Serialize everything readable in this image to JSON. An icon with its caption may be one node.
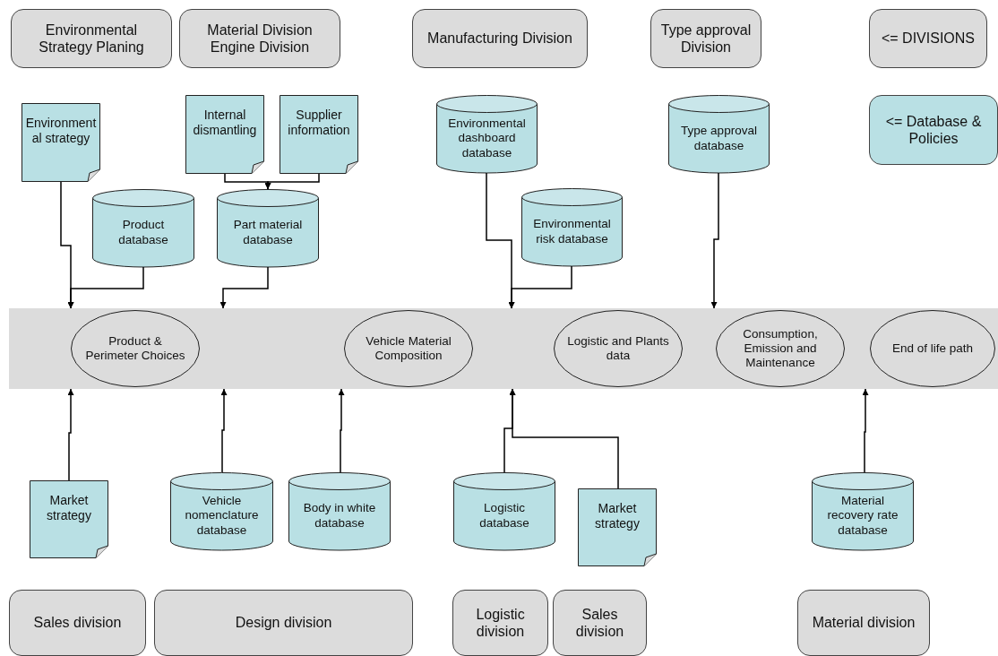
{
  "diagram": {
    "nodes": [
      {
        "text": [
          "Environmental Strategy Planing"
        ]
      },
      {
        "text": [
          "Material Division Engine Division"
        ]
      },
      {
        "text": [
          "Manufacturing Division"
        ]
      },
      {
        "text": [
          "Type approval Division"
        ]
      },
      {
        "text": [
          "<= DIVISIONS"
        ]
      },
      {
        "text": [
          "Environmental strategy"
        ]
      },
      {
        "text": [
          "Internal dismantling"
        ]
      },
      {
        "text": [
          "Supplier information"
        ]
      },
      {
        "text": [
          "Environmental dashboard database"
        ]
      },
      {
        "text": [
          "Type approval database"
        ]
      },
      {
        "text": [
          "<= Database & Policies"
        ]
      },
      {
        "text": [
          "Product database"
        ]
      },
      {
        "text": [
          "Part material database"
        ]
      },
      {
        "text": [
          "Environmental risk database"
        ]
      },
      {
        "text": [],
        "shape": "bar"
      },
      {
        "text": [
          "Product & Perimeter Choices"
        ],
        "in": 14
      },
      {
        "text": [
          "Vehicle Material Composition"
        ],
        "in": 14
      },
      {
        "text": [
          "Logistic and Plants data"
        ],
        "in": 14
      },
      {
        "text": [
          "Consumption, Emission and Maintenance"
        ],
        "in": 14
      },
      {
        "text": [
          "End of life path"
        ],
        "in": 14
      },
      {
        "text": [
          "Market strategy"
        ]
      },
      {
        "text": [
          "Vehicle nomenclature database"
        ]
      },
      {
        "text": [
          "Body in white database"
        ]
      },
      {
        "text": [
          "Logistic database"
        ]
      },
      {
        "text": [
          "Market strategy"
        ]
      },
      {
        "text": [
          "Material recovery rate database"
        ]
      },
      {
        "text": [
          "Sales division"
        ]
      },
      {
        "text": [
          "Design division"
        ]
      },
      {
        "text": [
          "Logistic division"
        ]
      },
      {
        "text": [
          "Sales division"
        ]
      },
      {
        "text": [
          "Material division"
        ]
      }
    ],
    "edges": [
      {
        "from": 5,
        "to": 14,
        "arrow": "to"
      },
      {
        "from": 11,
        "to": 14,
        "arrow": "to"
      },
      {
        "from": 6,
        "to": 12,
        "arrow": "to"
      },
      {
        "from": 7,
        "to": 12,
        "arrow": "to"
      },
      {
        "from": 12,
        "to": 14,
        "arrow": "to"
      },
      {
        "from": 8,
        "to": 14,
        "arrow": "to"
      },
      {
        "from": 13,
        "to": 14,
        "arrow": "to"
      },
      {
        "from": 9,
        "to": 14,
        "arrow": "to"
      },
      {
        "from": 20,
        "to": 14,
        "arrow": "to"
      },
      {
        "from": 21,
        "to": 14,
        "arrow": "to"
      },
      {
        "from": 22,
        "to": 14,
        "arrow": "to"
      },
      {
        "from": 23,
        "to": 14,
        "arrow": "to"
      },
      {
        "from": 24,
        "to": 14,
        "arrow": "to"
      },
      {
        "from": 25,
        "to": 14,
        "arrow": "to"
      }
    ]
  }
}
